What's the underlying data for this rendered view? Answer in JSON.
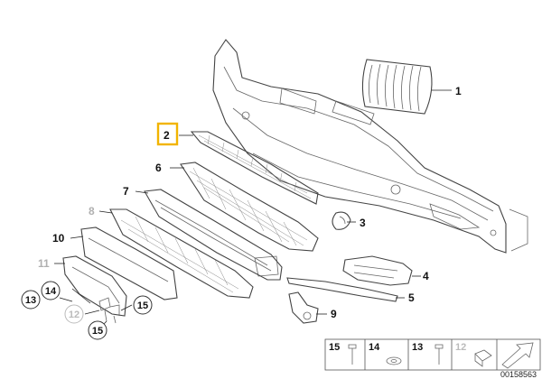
{
  "labels": {
    "l1": "1",
    "l2": "2",
    "l3": "3",
    "l4": "4",
    "l5": "5",
    "l6": "6",
    "l7": "7",
    "l8": "8",
    "l9": "9",
    "l10": "10",
    "l11": "11",
    "c12": "12",
    "c13": "13",
    "c14": "14",
    "c15a": "15",
    "c15b": "15"
  },
  "legend": {
    "i15": "15",
    "i14": "14",
    "i13": "13",
    "i12": "12"
  },
  "doc_number": "00158563",
  "colors": {
    "highlight": "#f2b400",
    "line": "#444444",
    "inactive": "#bbbbbb"
  }
}
